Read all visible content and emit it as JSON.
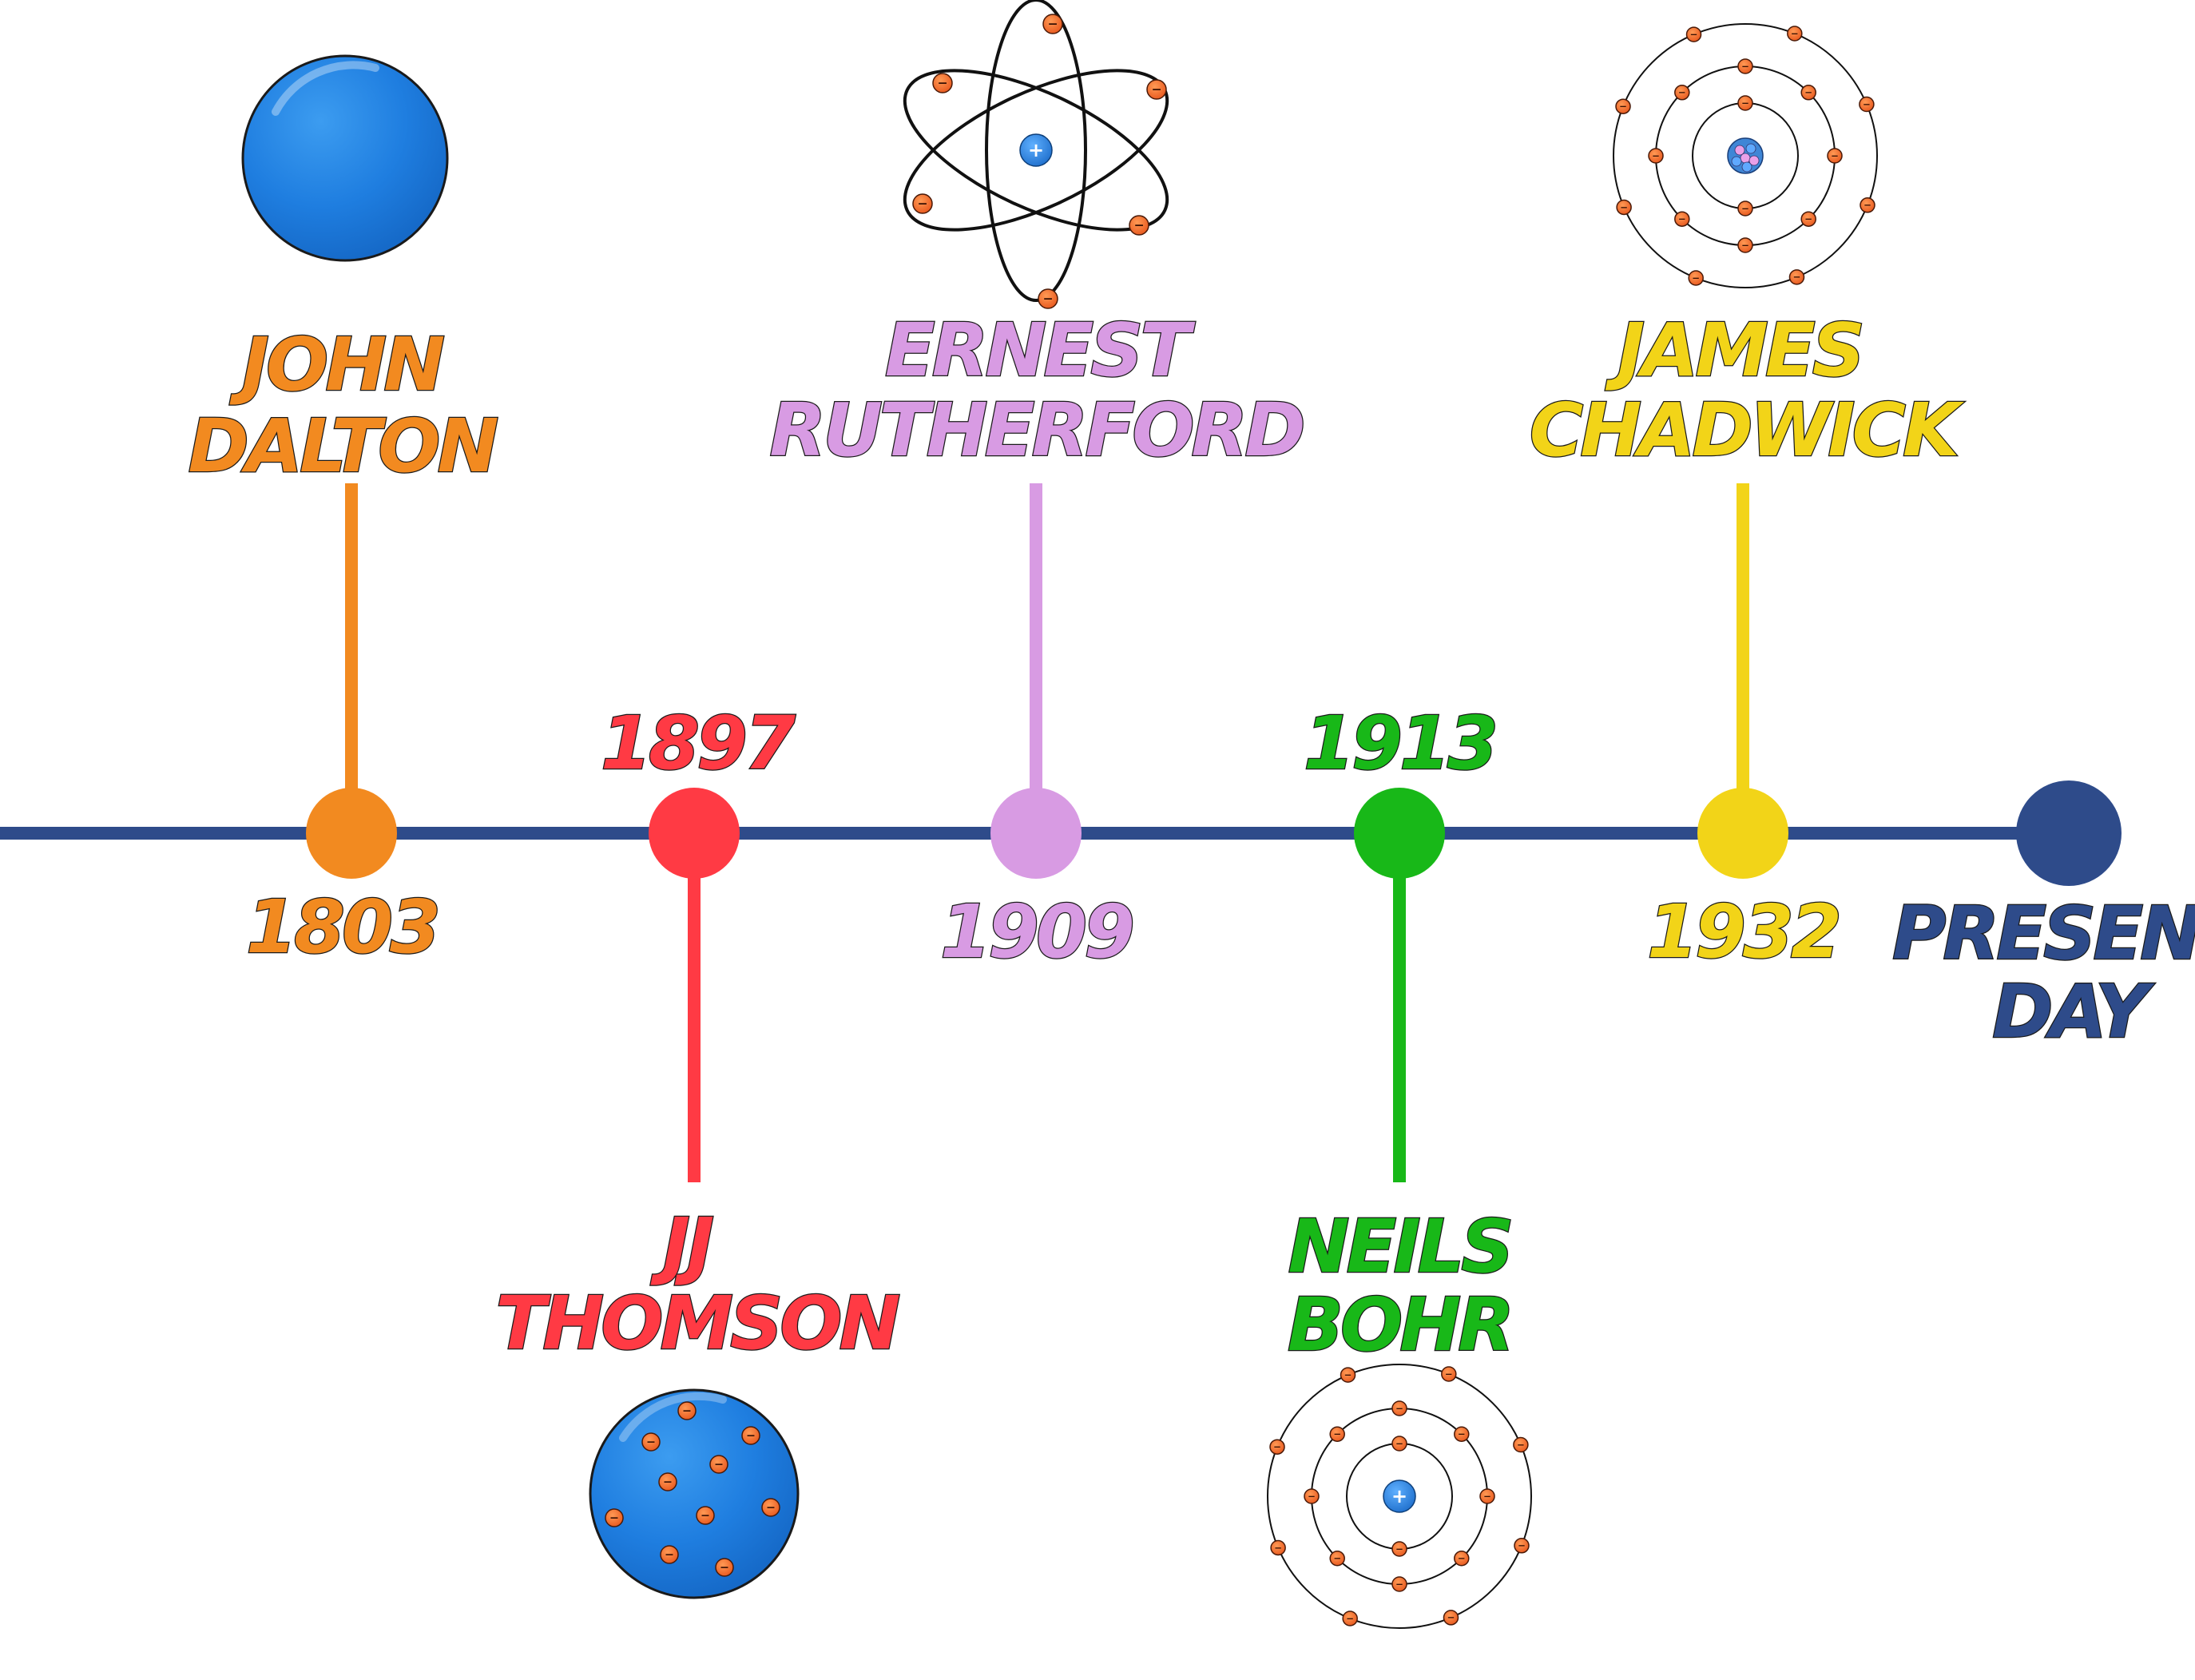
{
  "timeline": {
    "line_color": "#2e4b8a",
    "events": [
      {
        "id": "dalton",
        "year": "1803",
        "name_lines": [
          "JOHN",
          "DALTON"
        ],
        "color": "#f28a20",
        "model": "solid-sphere"
      },
      {
        "id": "thomson",
        "year": "1897",
        "name_lines": [
          "JJ",
          "THOMSON"
        ],
        "color": "#ff3a44",
        "model": "plum-pudding"
      },
      {
        "id": "rutherford",
        "year": "1909",
        "name_lines": [
          "ERNEST",
          "RUTHERFORD"
        ],
        "color": "#d89be3",
        "model": "nuclear"
      },
      {
        "id": "bohr",
        "year": "1913",
        "name_lines": [
          "NEILS",
          "BOHR"
        ],
        "color": "#18b818",
        "model": "planetary-orbits"
      },
      {
        "id": "chadwick",
        "year": "1932",
        "name_lines": [
          "JAMES",
          "CHADWICK"
        ],
        "color": "#f2d418",
        "model": "neutron-nucleus"
      }
    ],
    "present": {
      "name_lines": [
        "PRESENT",
        "DAY"
      ],
      "color": "#2e4b8a"
    }
  },
  "symbols": {
    "electron": "−",
    "proton": "+"
  }
}
